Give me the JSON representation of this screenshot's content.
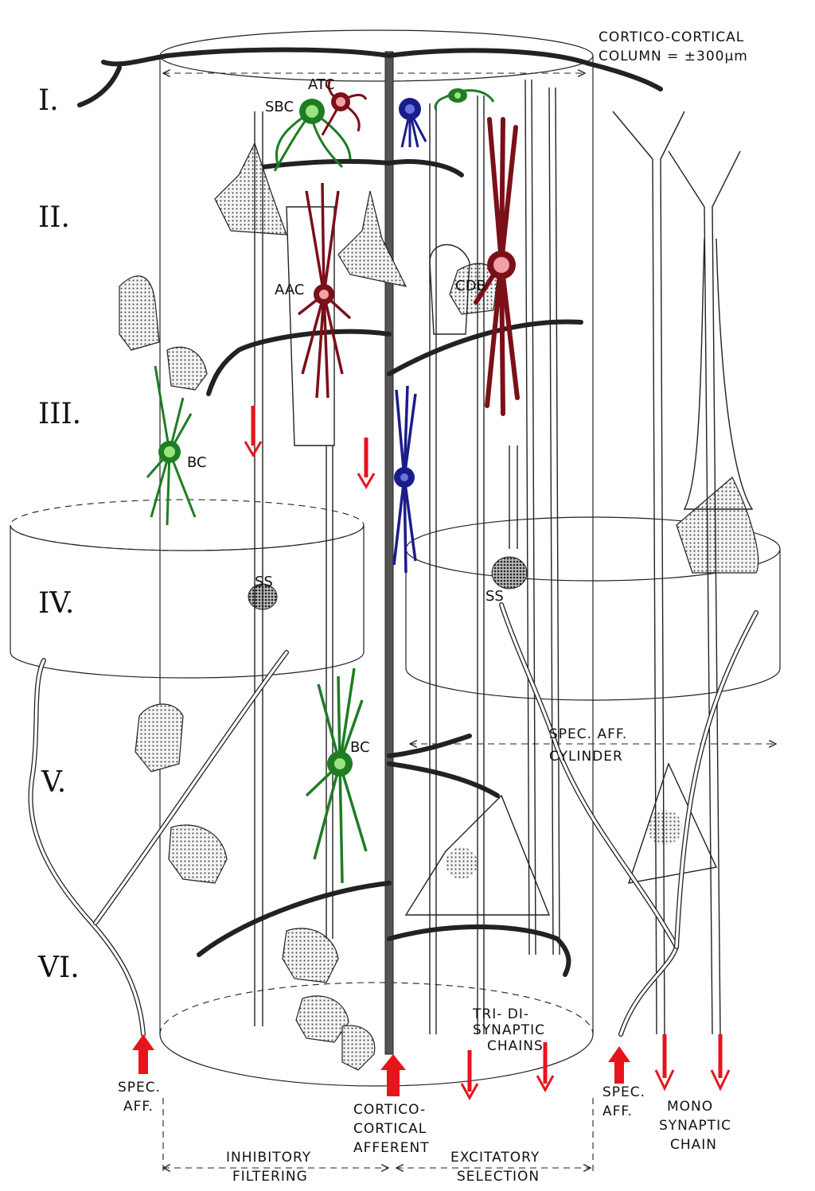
{
  "title": {
    "line1": "CORTICO-CORTICAL",
    "line2": "COLUMN = ±300μm"
  },
  "layers": [
    "I.",
    "II.",
    "III.",
    "IV.",
    "V.",
    "VI."
  ],
  "cell_labels": {
    "sbc": "SBC",
    "atc": "ATC",
    "aac": "AAC",
    "cdb": "CDB",
    "bc_upper": "BC",
    "bc_lower": "BC",
    "ss_left": "SS",
    "ss_right": "SS"
  },
  "annotations": {
    "spec_aff_cylinder": [
      "SPEC. AFF.",
      "CYLINDER"
    ],
    "spec_aff_left": [
      "SPEC.",
      "AFF."
    ],
    "spec_aff_right": [
      "SPEC.",
      "AFF."
    ],
    "cortico_afferent": [
      "CORTICO-",
      "CORTICAL",
      "AFFERENT"
    ],
    "tri_di_chains": [
      "TRI-   DI-",
      "SYNAPTIC",
      "CHAINS"
    ],
    "mono_chain": [
      "MONO",
      "SYNAPTIC",
      "CHAIN"
    ],
    "inhibitory": [
      "INHIBITORY",
      "FILTERING"
    ],
    "excitatory": [
      "EXCITATORY",
      "SELECTION"
    ]
  },
  "colors": {
    "green": "#1e7d23",
    "green_light": "#9be37f",
    "maroon": "#7a1018",
    "pink": "#f2a0a8",
    "blue": "#1a1c8c",
    "red": "#e8141c",
    "ink": "#222222"
  }
}
